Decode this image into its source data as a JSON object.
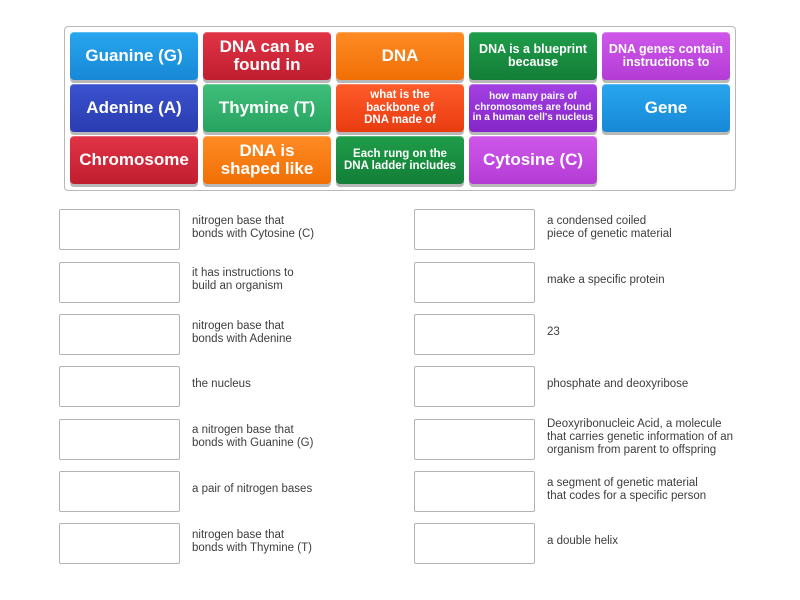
{
  "tiles": [
    {
      "label": "Guanine (G)",
      "color": "#1f97e2"
    },
    {
      "label": "DNA can be found in",
      "color": "#d0283b"
    },
    {
      "label": "DNA",
      "color": "#f77a10"
    },
    {
      "label": "DNA is a blueprint because",
      "color": "#1a8e42"
    },
    {
      "label": "DNA genes contain instructions to",
      "color": "#c24ae0"
    },
    {
      "label": "Adenine (A)",
      "color": "#3246c0"
    },
    {
      "label": "Thymine (T)",
      "color": "#33b36e"
    },
    {
      "label": "what is the backbone of DNA made of",
      "color": "#f24a1c"
    },
    {
      "label": "how many pairs of chromosomes are found in a human cell's nucleus",
      "color": "#9533d6"
    },
    {
      "label": "Gene",
      "color": "#1f97e2"
    },
    {
      "label": "Chromosome",
      "color": "#d0283b"
    },
    {
      "label": "DNA is shaped like",
      "color": "#f77a10"
    },
    {
      "label": "Each rung on the DNA ladder includes",
      "color": "#1a8e42"
    },
    {
      "label": "Cytosine (C)",
      "color": "#c24ae0"
    }
  ],
  "left_clues": [
    "nitrogen base that\nbonds with Cytosine (C)",
    "it has instructions to\nbuild an organism",
    "nitrogen base that\nbonds with Adenine",
    "the nucleus",
    "a nitrogen base that\nbonds with Guanine (G)",
    "a pair of nitrogen bases",
    "nitrogen base that\nbonds with Thymine (T)"
  ],
  "right_clues": [
    "a condensed coiled\npiece of genetic material",
    "make a specific protein",
    "23",
    "phosphate and deoxyribose",
    "Deoxyribonucleic Acid, a molecule\nthat carries genetic information of an\norganism from parent to offspring",
    "a segment of genetic material\nthat codes for a specific person",
    "a double helix"
  ]
}
